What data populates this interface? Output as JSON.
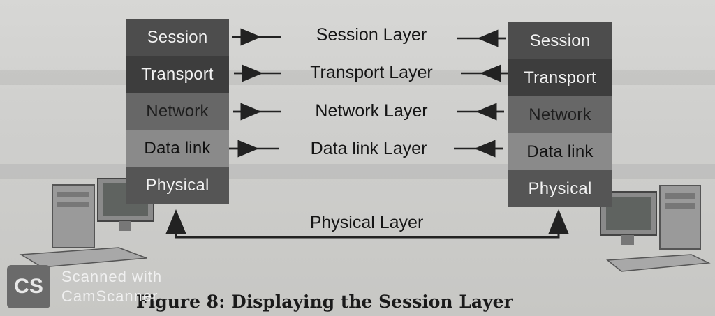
{
  "left_stack": [
    "Session",
    "Transport",
    "Network",
    "Data link",
    "Physical"
  ],
  "right_stack": [
    "Session",
    "Transport",
    "Network",
    "Data link",
    "Physical"
  ],
  "middle_labels": [
    "Session Layer",
    "Transport Layer",
    "Network Layer",
    "Data link Layer",
    "Physical Layer"
  ],
  "caption": "Figure 8: Displaying the Session Layer",
  "watermark": {
    "logo": "CS",
    "line1": "Scanned with",
    "line2": "CamScanner"
  },
  "colors": {
    "dark_layer": "#3d3d3d",
    "mid_layer": "#676767",
    "light_layer": "#8a8a8a",
    "arrow": "#222222"
  }
}
